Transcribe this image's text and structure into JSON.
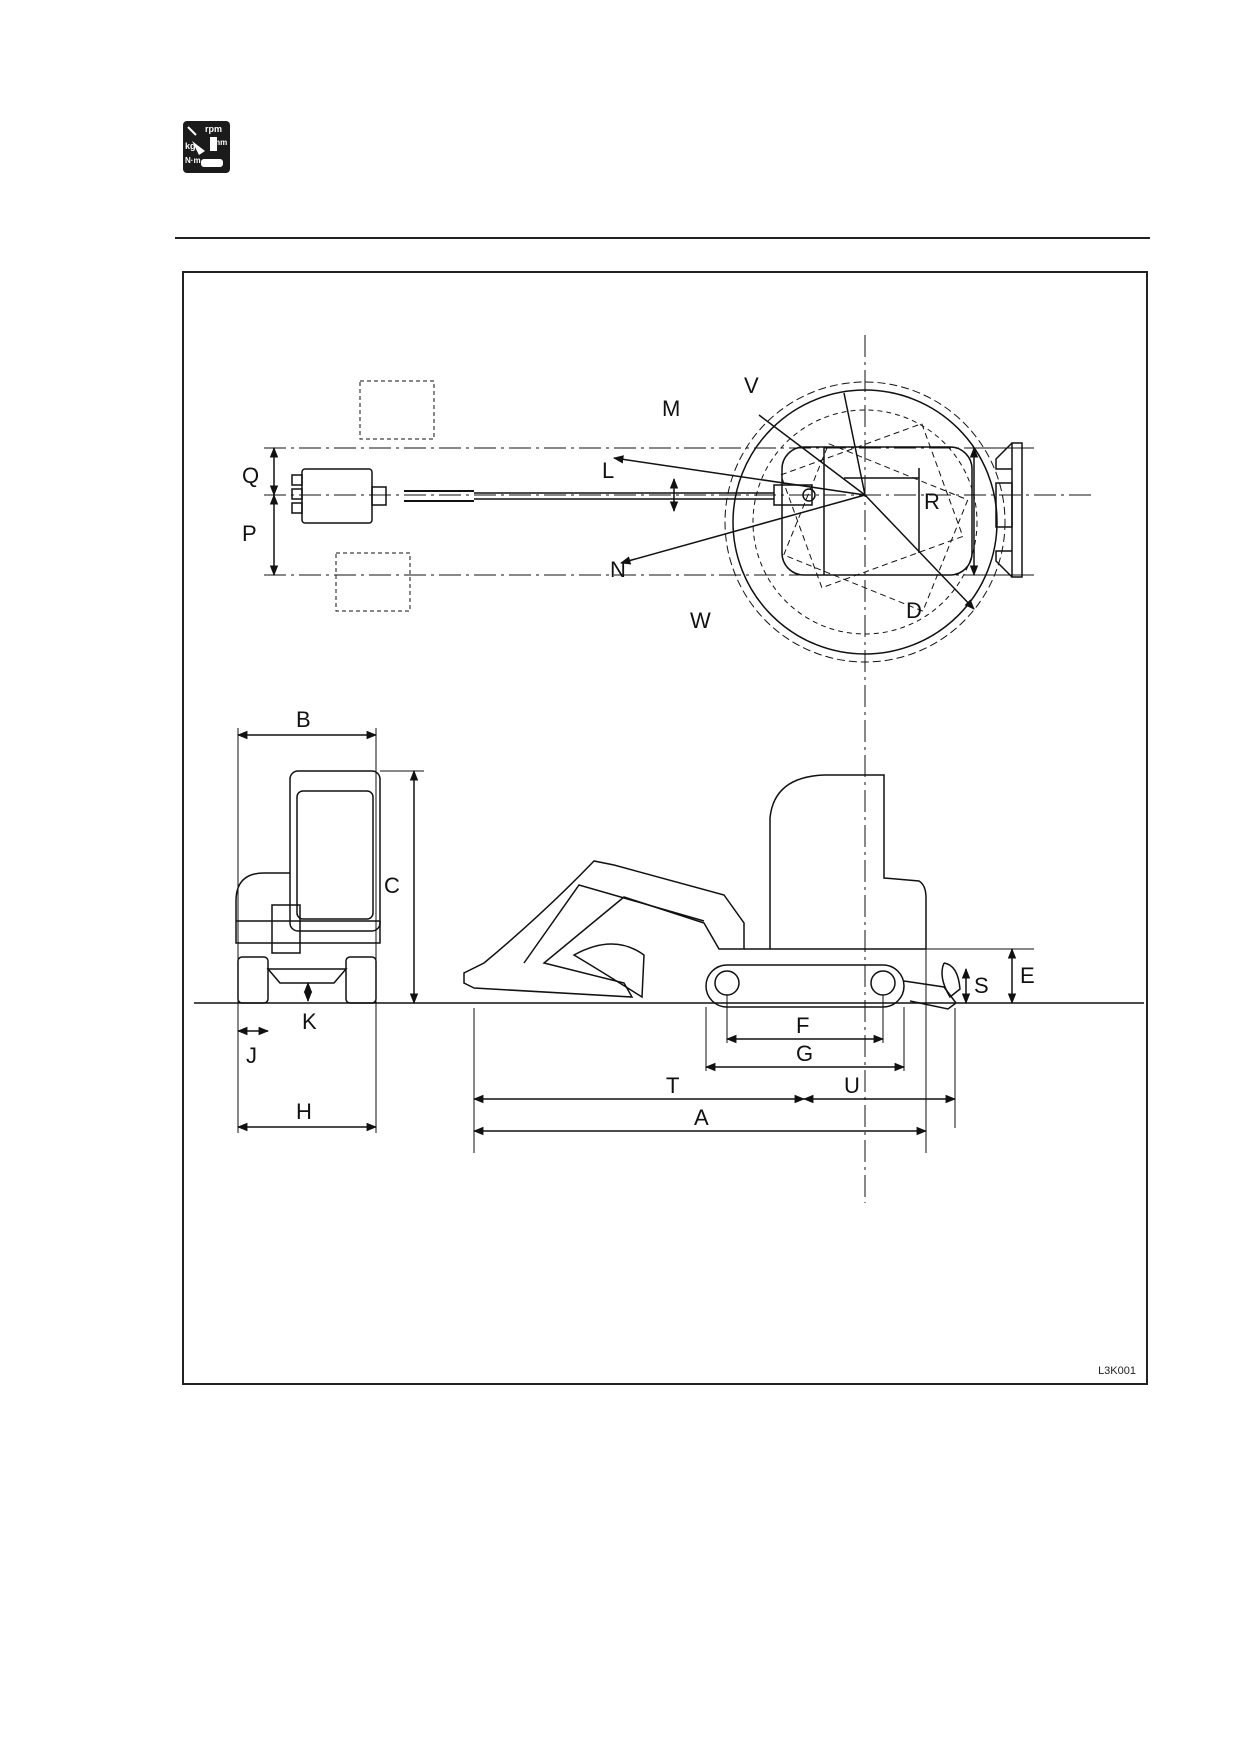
{
  "header": {
    "icon": {
      "name": "specifications-units-icon",
      "words": [
        "rpm",
        "mm",
        "kg",
        "N·m"
      ]
    }
  },
  "figure": {
    "code": "L3K001",
    "labels": {
      "A": "A",
      "B": "B",
      "C": "C",
      "D": "D",
      "E": "E",
      "F": "F",
      "G": "G",
      "H": "H",
      "J": "J",
      "K": "K",
      "L": "L",
      "M": "M",
      "N": "N",
      "P": "P",
      "Q": "Q",
      "R": "R",
      "S": "S",
      "T": "T",
      "U": "U",
      "V": "V",
      "W": "W"
    }
  }
}
